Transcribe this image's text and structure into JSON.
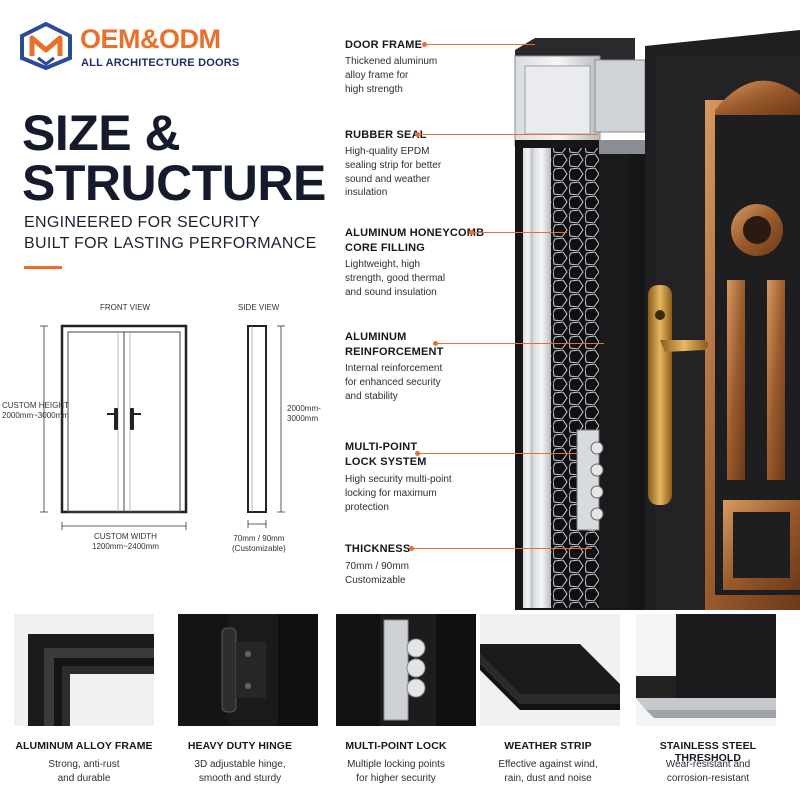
{
  "brand": {
    "name": "OEM&ODM",
    "subtitle": "ALL ARCHITECTURE DOORS"
  },
  "headline": {
    "line1": "SIZE &",
    "line2": "STRUCTURE",
    "tagline1": "ENGINEERED FOR SECURITY",
    "tagline2": "BUILT FOR LASTING PERFORMANCE"
  },
  "drawing": {
    "front_view": "FRONT VIEW",
    "side_view": "SIDE VIEW",
    "height_label_1": "CUSTOM HEIGHT",
    "height_label_2": "2000mm~3000mm",
    "width_label_1": "CUSTOM WIDTH",
    "width_label_2": "1200mm~2400mm",
    "side_height_1": "2000mm-",
    "side_height_2": "3000mm",
    "thickness_1": "70mm / 90mm",
    "thickness_2": "(Customizable)"
  },
  "features": [
    {
      "title": [
        "DOOR FRAME"
      ],
      "desc": [
        "Thickened aluminum",
        "alloy frame for",
        "high strength"
      ]
    },
    {
      "title": [
        "RUBBER SEAL"
      ],
      "desc": [
        "High-quality EPDM",
        "sealing strip for better",
        "sound and weather",
        "insulation"
      ]
    },
    {
      "title": [
        "ALUMINUM HONEYCOMB",
        "CORE FILLING"
      ],
      "desc": [
        "Lightweight, high",
        "strength, good thermal",
        "and sound insulation"
      ]
    },
    {
      "title": [
        "ALUMINUM",
        "REINFORCEMENT"
      ],
      "desc": [
        "Internal reinforcement",
        "for enhanced security",
        "and stability"
      ]
    },
    {
      "title": [
        "MULTI-POINT",
        "LOCK SYSTEM"
      ],
      "desc": [
        "High security multi-point",
        "locking for maximum",
        "protection"
      ]
    },
    {
      "title": [
        "THICKNESS"
      ],
      "desc": [
        "70mm / 90mm",
        "Customizable"
      ]
    }
  ],
  "details": [
    {
      "label": "ALUMINUM ALLOY FRAME",
      "desc1": "Strong, anti-rust",
      "desc2": "and durable"
    },
    {
      "label": "HEAVY DUTY HINGE",
      "desc1": "3D adjustable hinge,",
      "desc2": "smooth and sturdy"
    },
    {
      "label": "MULTI-POINT LOCK",
      "desc1": "Multiple locking points",
      "desc2": "for higher security"
    },
    {
      "label": "WEATHER STRIP",
      "desc1": "Effective against wind,",
      "desc2": "rain, dust and noise"
    },
    {
      "label": "STAINLESS STEEL THRESHOLD",
      "desc1": "Wear-resistant and",
      "desc2": "corrosion-resistant"
    }
  ],
  "colors": {
    "accent": "#e8702a",
    "brand_navy": "#1d2f63",
    "door_black": "#1c1c1e",
    "bronze": "#b06a3a",
    "gold_handle": "#c9973f"
  }
}
